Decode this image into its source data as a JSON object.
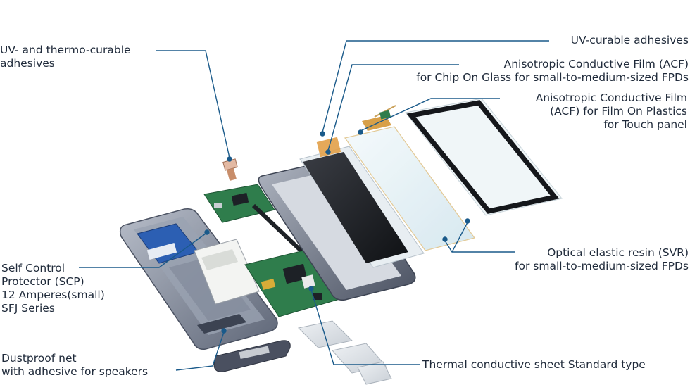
{
  "callouts": {
    "uv_curable": "UV-curable adhesives",
    "acf_cog_1": "Anisotropic Conductive Film (ACF)",
    "acf_cog_2": "for Chip On Glass for small-to-medium-sized FPDs",
    "acf_fop_1": "Anisotropic Conductive Film",
    "acf_fop_2": "(ACF) for Film On Plastics",
    "acf_fop_3": "for Touch panel",
    "uv_thermo_1": "UV- and thermo-curable",
    "uv_thermo_2": "adhesives",
    "scp_1": "Self Control",
    "scp_2": "Protector (SCP)",
    "scp_3": "12 Amperes(small)",
    "scp_4": "SFJ Series",
    "svr_1": "Optical elastic resin (SVR)",
    "svr_2": "for small-to-medium-sized FPDs",
    "dustproof_1": "Dustproof net",
    "dustproof_2": "with adhesive for speakers",
    "thermal": "Thermal conductive sheet  Standard type"
  },
  "colors": {
    "leader_line": "#1a5a8a",
    "text": "#1f2a3a",
    "housing": "#8f97a8",
    "pcb": "#2f7d4c",
    "display": "#1c1f24",
    "glass": "#dfeef4"
  },
  "icons": [
    "smartphone-exploded-illustration"
  ]
}
